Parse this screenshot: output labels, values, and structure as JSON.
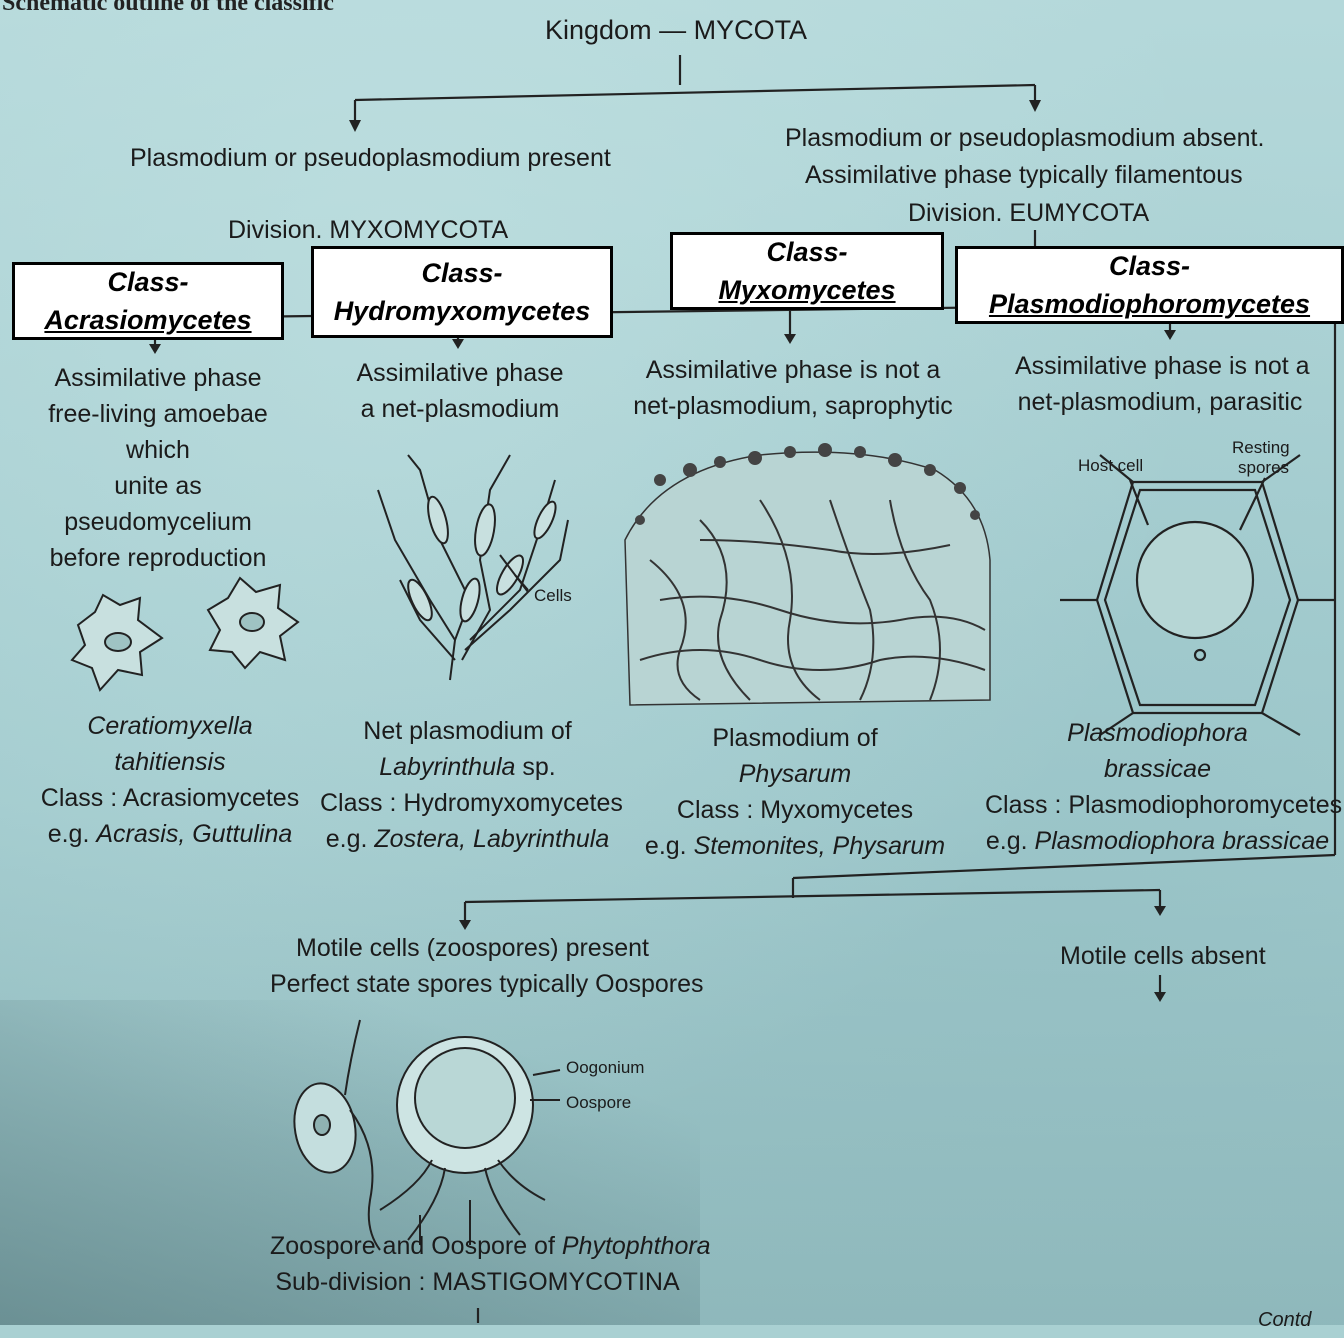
{
  "header_fragment": "Schematic outline of the classific",
  "kingdom": "Kingdom — MYCOTA",
  "left_branch": {
    "text": "Plasmodium or pseudoplasmodium present",
    "division": "Division. MYXOMYCOTA"
  },
  "right_branch": {
    "line1": "Plasmodium or pseudoplasmodium absent.",
    "line2": "Assimilative phase typically filamentous",
    "division": "Division. EUMYCOTA"
  },
  "classes": [
    {
      "box_line1": "Class-",
      "box_line2": "Acrasiomycetes",
      "description": [
        "Assimilative phase",
        "free-living amoebae which",
        "unite as pseudomycelium",
        "before reproduction"
      ],
      "figure_name": [
        "Ceratiomyxella",
        "tahitiensis"
      ],
      "class_line": "Class : Acrasiomycetes",
      "eg_prefix": "e.g.",
      "eg_names": "Acrasis, Guttulina"
    },
    {
      "box_line1": "Class-",
      "box_line2": "Hydromyxomycetes",
      "description": [
        "Assimilative phase",
        "a net-plasmodium"
      ],
      "figure_label": "Cells",
      "figure_name_line1": "Net plasmodium of",
      "figure_name_italic": "Labyrinthula",
      "figure_name_suffix": " sp.",
      "class_line": "Class : Hydromyxomycetes",
      "eg_prefix": "e.g.",
      "eg_names": "Zostera, Labyrinthula"
    },
    {
      "box_line1": "Class-",
      "box_line2": "Myxomycetes",
      "description": [
        "Assimilative phase is not a",
        "net-plasmodium, saprophytic"
      ],
      "figure_name_line1": "Plasmodium of",
      "figure_name_italic": "Physarum",
      "class_line": "Class : Myxomycetes",
      "eg_prefix": "e.g.",
      "eg_names": "Stemonites, Physarum"
    },
    {
      "box_line1": "Class-",
      "box_line2": "Plasmodiophoromycetes",
      "description": [
        "Assimilative phase is not a",
        "net-plasmodium, parasitic"
      ],
      "figure_labels": [
        "Host cell",
        "Resting",
        "spores"
      ],
      "figure_name": [
        "Plasmodiophora",
        "brassicae"
      ],
      "class_line": "Class : Plasmodiophoromycetes",
      "eg_prefix": "e.g.",
      "eg_names": "Plasmodiophora brassicae"
    }
  ],
  "eumycota_left": {
    "line1": "Motile cells (zoospores) present",
    "line2": "Perfect state spores typically Oospores",
    "labels": [
      "Oogonium",
      "Oospore"
    ],
    "caption_prefix": "Zoospore and Oospore of ",
    "caption_italic": "Phytophthora",
    "subdivision": "Sub-division : MASTIGOMYCOTINA"
  },
  "eumycota_right": {
    "text": "Motile cells absent"
  },
  "contd": "Contd"
}
